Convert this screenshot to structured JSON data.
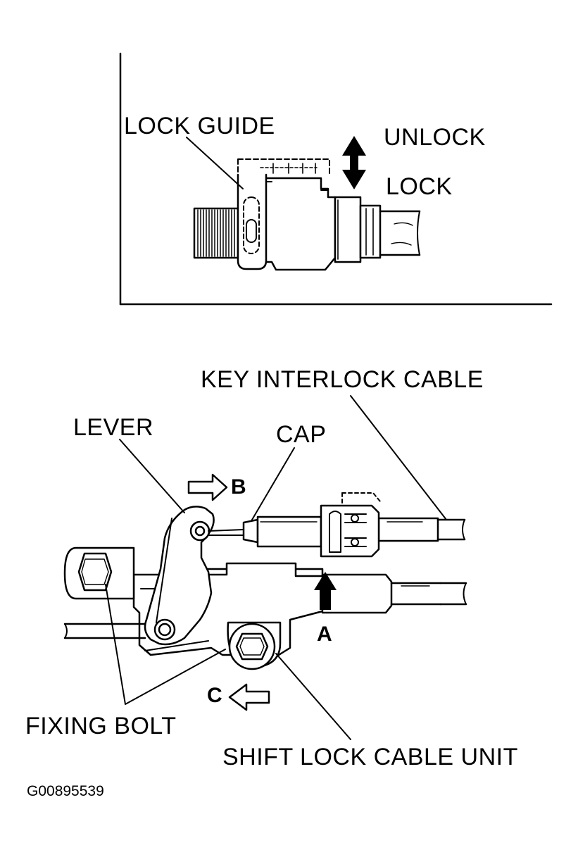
{
  "top_panel": {
    "lock_guide": "LOCK GUIDE",
    "unlock": "UNLOCK",
    "lock": "LOCK"
  },
  "bottom_panel": {
    "key_interlock_cable": "KEY INTERLOCK CABLE",
    "lever": "LEVER",
    "cap": "CAP",
    "arrow_b": "B",
    "arrow_a": "A",
    "arrow_c": "C",
    "fixing_bolt": "FIXING BOLT",
    "shift_lock_cable_unit": "SHIFT LOCK CABLE UNIT"
  },
  "figure_code": "G00895539"
}
